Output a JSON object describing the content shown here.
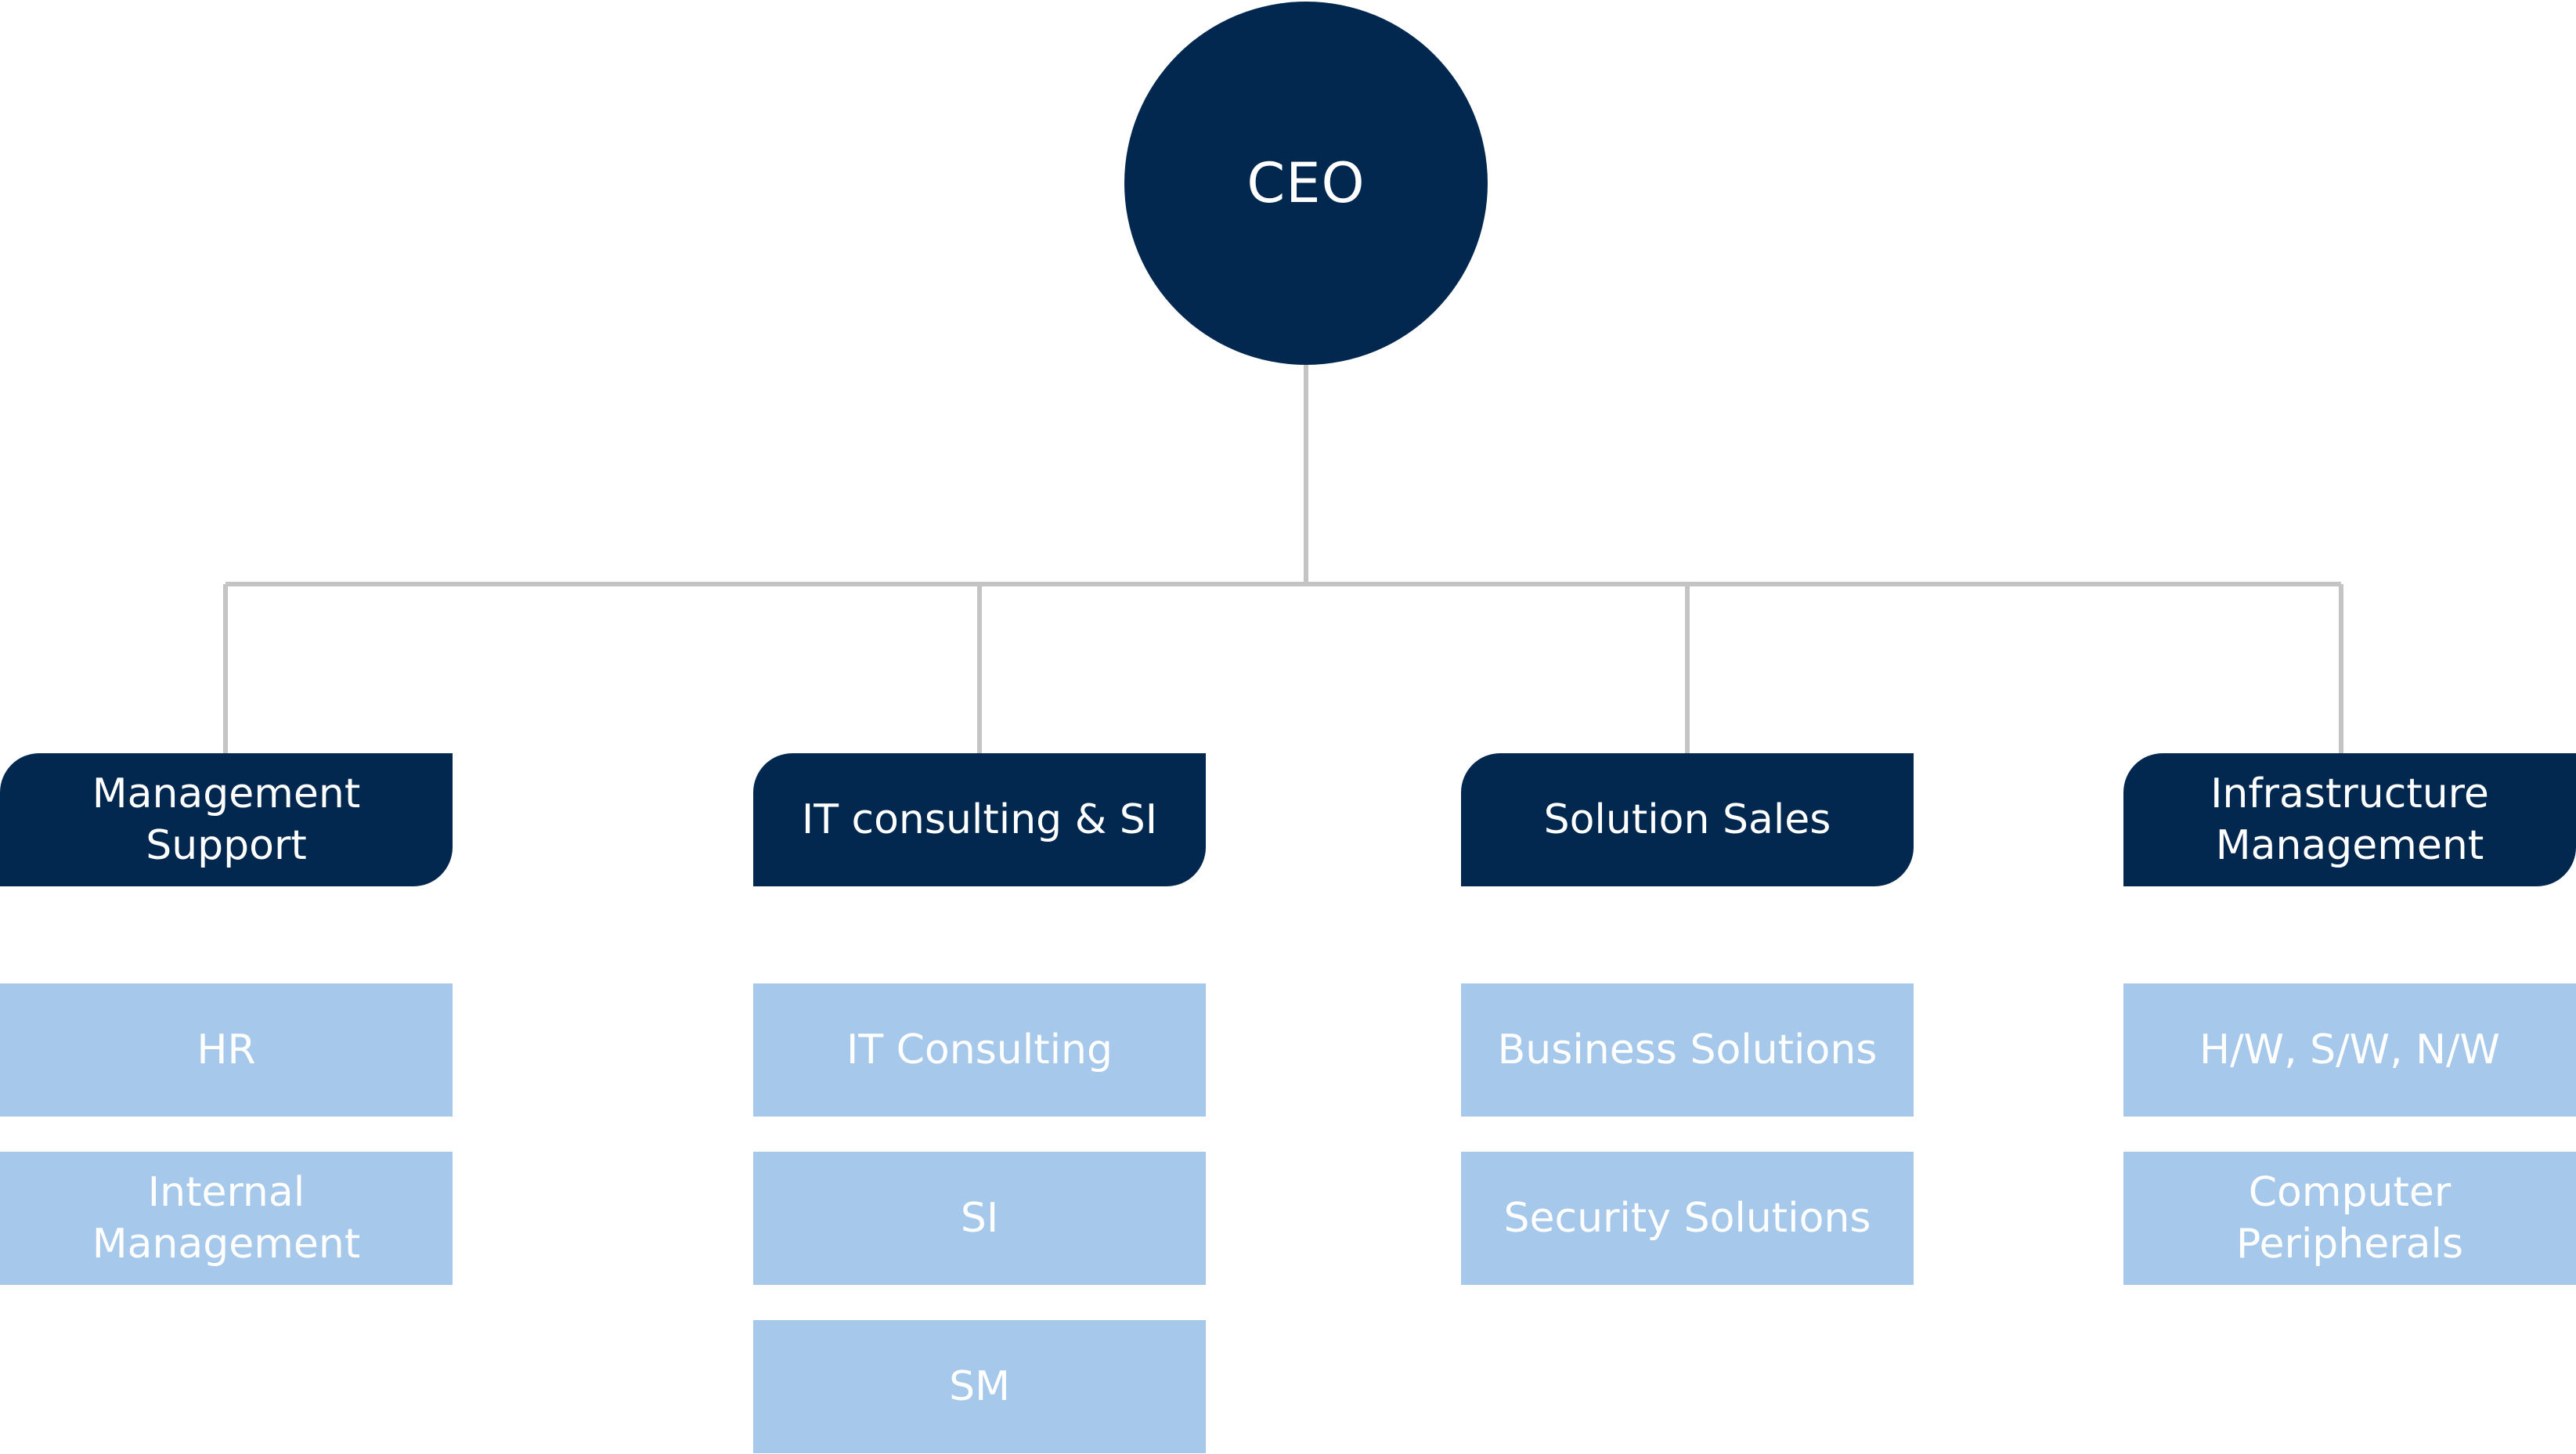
{
  "colors": {
    "dark_navy": "#022850",
    "light_blue": "#a6c8eb",
    "connector_gray": "#c4c4c4",
    "text_white": "#ffffff"
  },
  "ceo": {
    "label": "CEO"
  },
  "departments": [
    {
      "label": "Management\nSupport",
      "units": [
        "HR",
        "Internal\nManagement"
      ]
    },
    {
      "label": "IT consulting & SI",
      "units": [
        "IT Consulting",
        "SI",
        "SM"
      ]
    },
    {
      "label": "Solution Sales",
      "units": [
        "Business Solutions",
        "Security Solutions"
      ]
    },
    {
      "label": "Infrastructure\nManagement",
      "units": [
        "H/W, S/W, N/W",
        "Computer\nPeripherals"
      ]
    }
  ]
}
